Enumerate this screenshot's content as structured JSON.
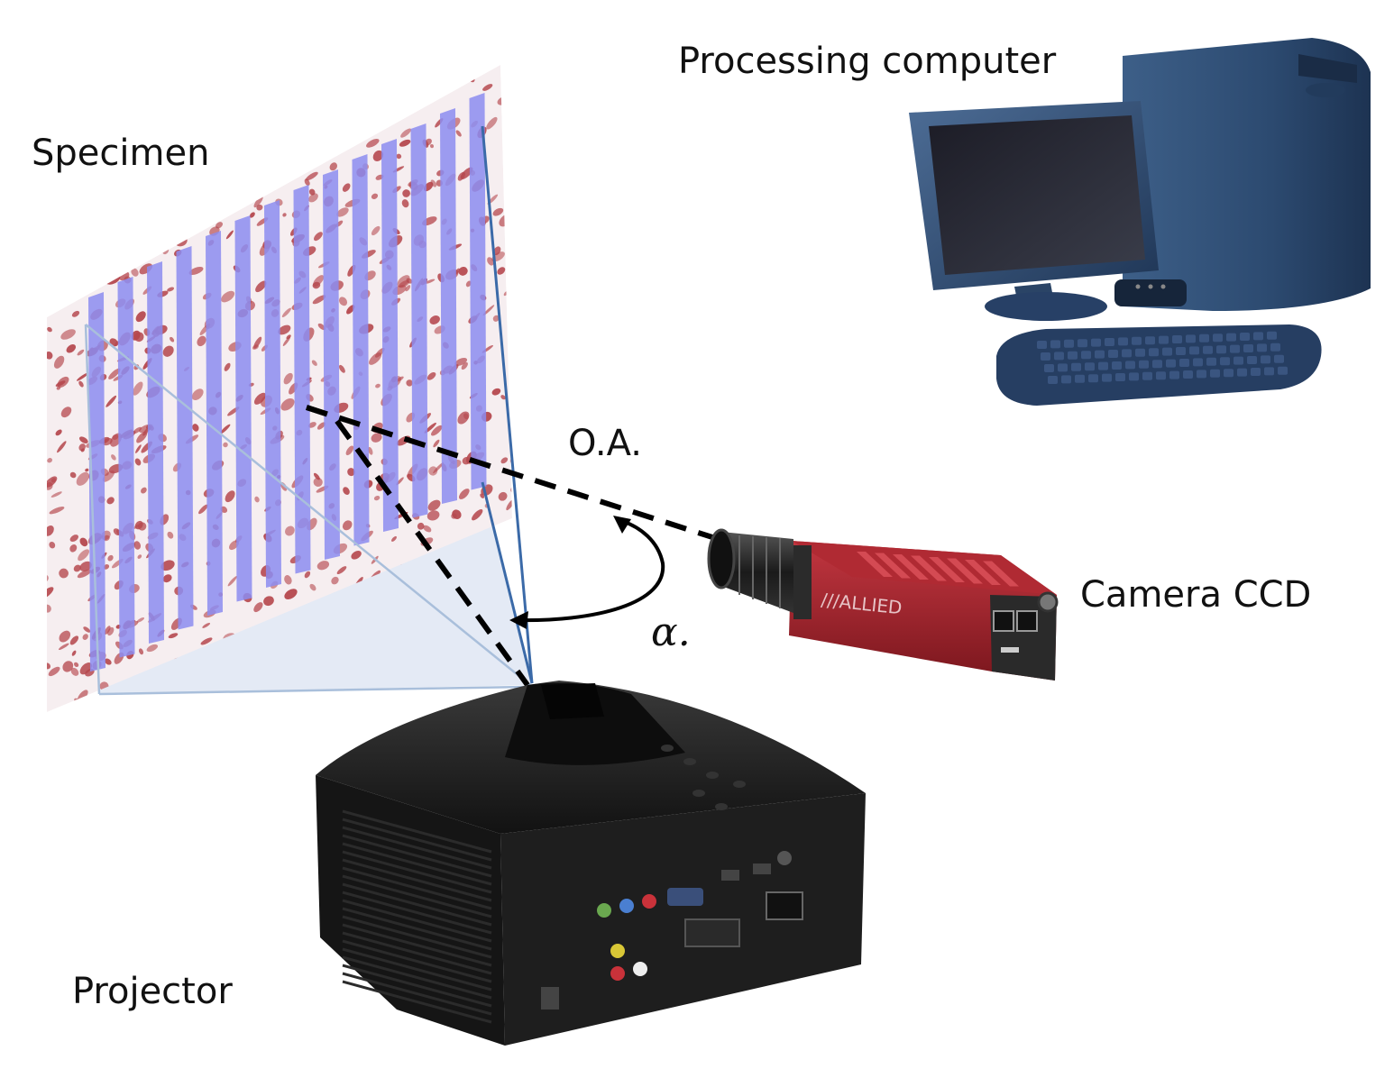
{
  "labels": {
    "specimen": "Specimen",
    "processing_computer": "Processing computer",
    "optical_axis": "O.A.",
    "camera": "Camera CCD",
    "angle": "α.",
    "projector": "Projector",
    "camera_brand": "///ALLIED"
  },
  "colors": {
    "speckle": "#b5474d",
    "fringe": "#8c8cf0",
    "projection_beam": "#dfe6f3",
    "beam_edge": "#3b6aa8",
    "camera_body": "#a8262e",
    "computer": "#2f4d72",
    "projector": "#1c1c1c"
  }
}
